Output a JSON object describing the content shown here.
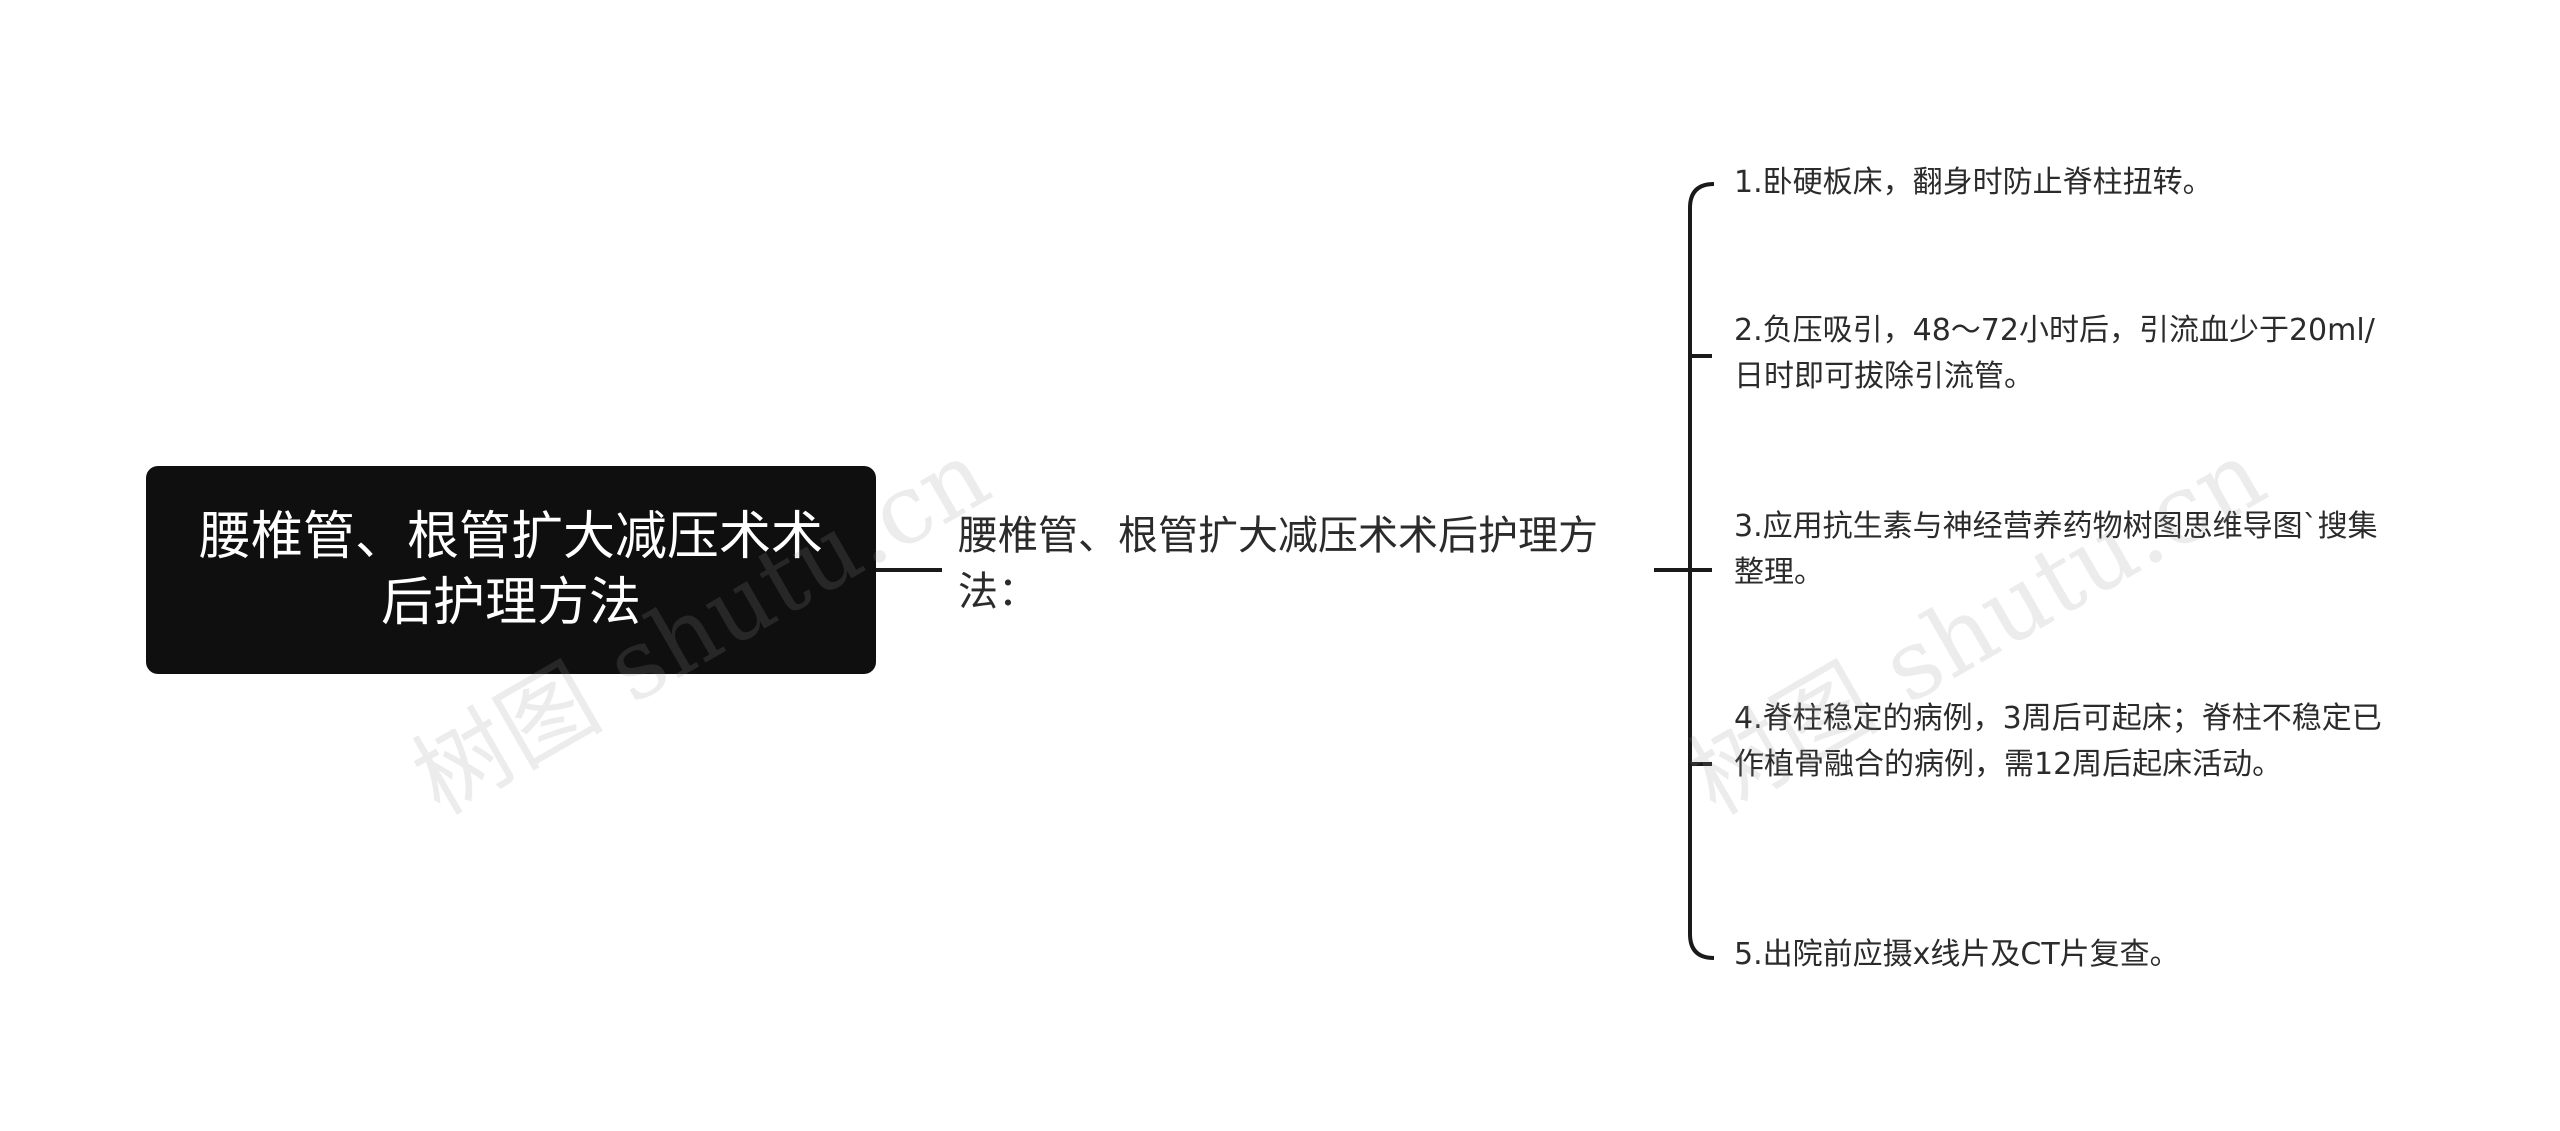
{
  "root": {
    "title": "腰椎管、根管扩大减压术术后护理方法"
  },
  "branch": {
    "title": "腰椎管、根管扩大减压术术后护理方法："
  },
  "leaves": [
    "1.卧硬板床，翻身时防止脊柱扭转。",
    "2.负压吸引，48～72小时后，引流血少于20ml/日时即可拔除引流管。",
    "3.应用抗生素与神经营养药物树图思维导图`搜集整理。",
    "4.脊柱稳定的病例，3周后可起床；脊柱不稳定已作植骨融合的病例，需12周后起床活动。",
    "5.出院前应摄x线片及CT片复查。"
  ],
  "watermark": "树图 shutu.cn",
  "colors": {
    "root_bg": "#0f0f10",
    "root_text": "#ffffff",
    "line": "#1a1a1a",
    "text": "#2b2b2b"
  }
}
